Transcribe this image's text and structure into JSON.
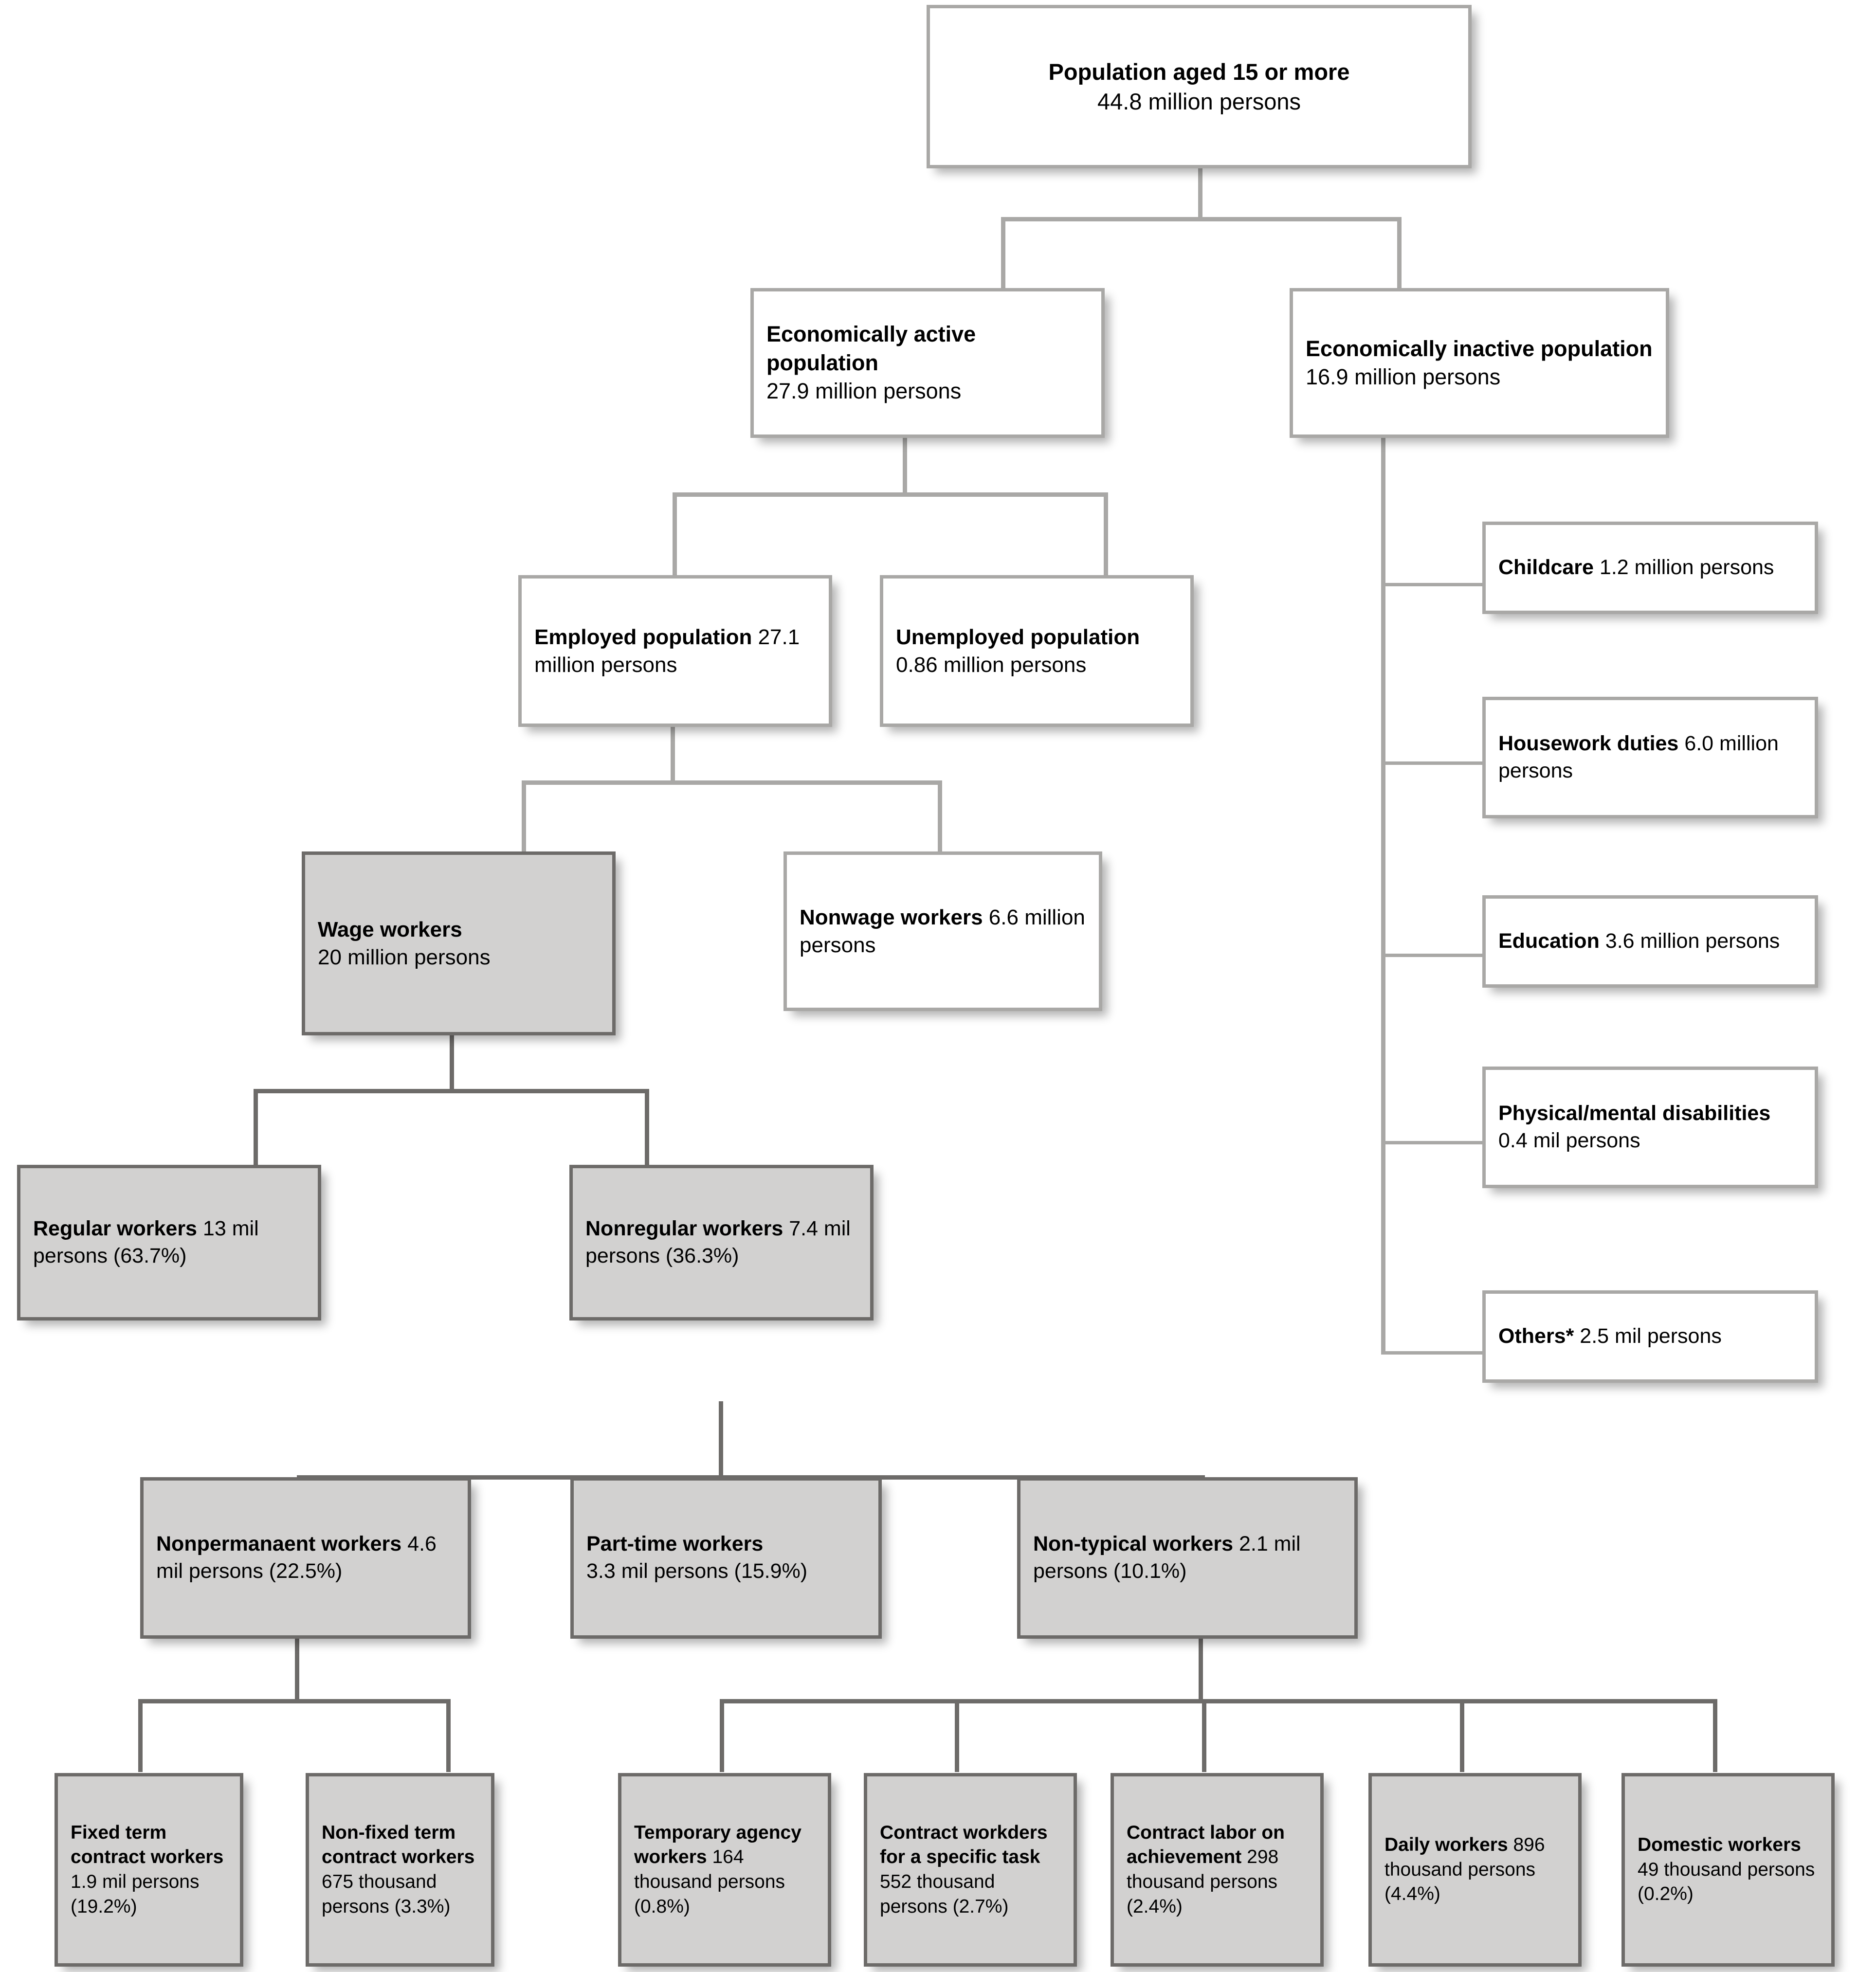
{
  "diagram": {
    "title": "Population aged 15 or more — labor force composition tree",
    "colors": {
      "box_fill_white": "#ffffff",
      "box_fill_shaded": "#d2d1d0",
      "border_light": "#a9a8a6",
      "border_dark": "#6d6b69",
      "connector_light": "#a9a8a6",
      "connector_dark": "#6d6b69",
      "text": "#000000"
    },
    "nodes": {
      "root": {
        "label": "Population aged 15 or more",
        "value": "44.8 million persons",
        "shaded": false
      },
      "active": {
        "label": "Economically active population",
        "value": "27.9 million persons",
        "shaded": false
      },
      "inactive": {
        "label": "Economically inactive population",
        "value": "16.9 million persons",
        "shaded": false
      },
      "employed": {
        "label": "Employed population",
        "value": "27.1 million persons",
        "shaded": false
      },
      "unemployed": {
        "label": "Unemployed population",
        "value": "0.86 million persons",
        "shaded": false
      },
      "wage": {
        "label": "Wage workers",
        "value": "20 million persons",
        "shaded": true
      },
      "nonwage": {
        "label": "Nonwage workers",
        "value": "6.6 million persons",
        "shaded": false
      },
      "regular": {
        "label": "Regular workers",
        "value": "13 mil persons (63.7%)",
        "shaded": true
      },
      "nonregular": {
        "label": "Nonregular workers",
        "value": "7.4 mil persons (36.3%)",
        "shaded": true
      },
      "nonpermanent": {
        "label": "Nonpermanaent workers",
        "value": "4.6 mil persons (22.5%)",
        "shaded": true
      },
      "parttime": {
        "label": "Part-time workers",
        "value": "3.3 mil persons (15.9%)",
        "shaded": true
      },
      "nontypical": {
        "label": "Non-typical workers",
        "value": "2.1 mil persons (10.1%)",
        "shaded": true
      },
      "fixedterm": {
        "label": "Fixed term contract workers",
        "value": "1.9 mil persons (19.2%)",
        "shaded": true
      },
      "nonfixedterm": {
        "label": "Non-fixed term contract workers",
        "value": "675 thousand persons (3.3%)",
        "shaded": true
      },
      "tempagency": {
        "label": "Temporary agency workers",
        "value": "164 thousand persons (0.8%)",
        "shaded": true
      },
      "contracttask": {
        "label": "Contract workders for a specific task",
        "value": "552 thousand persons (2.7%)",
        "shaded": true
      },
      "contractachieve": {
        "label": "Contract labor on achievement",
        "value": "298 thousand persons (2.4%)",
        "shaded": true
      },
      "daily": {
        "label": "Daily workers",
        "value": "896 thousand persons (4.4%)",
        "shaded": true
      },
      "domestic": {
        "label": "Domestic workers",
        "value": "49 thousand persons (0.2%)",
        "shaded": true
      },
      "childcare": {
        "label": "Childcare",
        "value": "1.2 million persons",
        "shaded": false
      },
      "housework": {
        "label": "Housework duties",
        "value": "6.0 million persons",
        "shaded": false
      },
      "education": {
        "label": "Education",
        "value": "3.6 million persons",
        "shaded": false
      },
      "disabilities": {
        "label": "Physical/mental disabilities",
        "value": "0.4 mil persons",
        "shaded": false
      },
      "others": {
        "label": "Others*",
        "value": "2.5 mil persons",
        "shaded": false
      }
    }
  }
}
